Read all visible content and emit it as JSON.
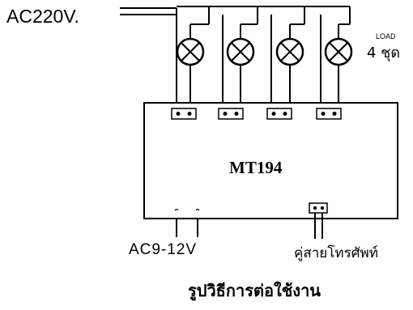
{
  "diagram": {
    "supply_label": "AC220V.",
    "load_label_line1": "LOAD",
    "load_label_line2": "4 ชุด",
    "module_label": "MT194",
    "power_in_label": "AC9-12V",
    "phone_line_label": "คู่สายโทรศัพท์",
    "caption": "รูปวิธีการต่อใช้งาน",
    "lamp_count": 4
  }
}
